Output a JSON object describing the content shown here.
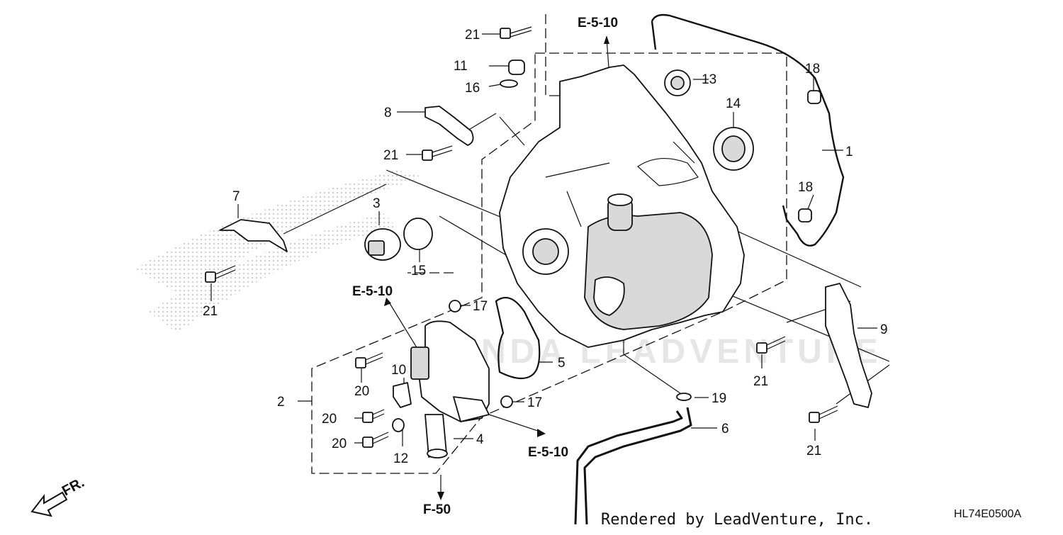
{
  "diagram_code": "HL74E0500A",
  "credit": "Rendered by LeadVenture, Inc.",
  "watermark": "HONDA LEADVENTURE",
  "direction_label": "FR.",
  "references": {
    "e5_10_top": "E-5-10",
    "e5_10_left": "E-5-10",
    "e5_10_bottom": "E-5-10",
    "f50": "F-50"
  },
  "callouts": {
    "c1": "1",
    "c2": "2",
    "c3": "3",
    "c4": "4",
    "c5": "5",
    "c6": "6",
    "c7": "7",
    "c8": "8",
    "c9": "9",
    "c10": "10",
    "c11": "11",
    "c12": "12",
    "c13": "13",
    "c14": "14",
    "c15": "15",
    "c16": "16",
    "c17a": "17",
    "c17b": "17",
    "c18a": "18",
    "c18b": "18",
    "c19": "19",
    "c20a": "20",
    "c20b": "20",
    "c20c": "20",
    "c21a": "21",
    "c21b": "21",
    "c21c": "21",
    "c21d": "21",
    "c21e": "21"
  }
}
